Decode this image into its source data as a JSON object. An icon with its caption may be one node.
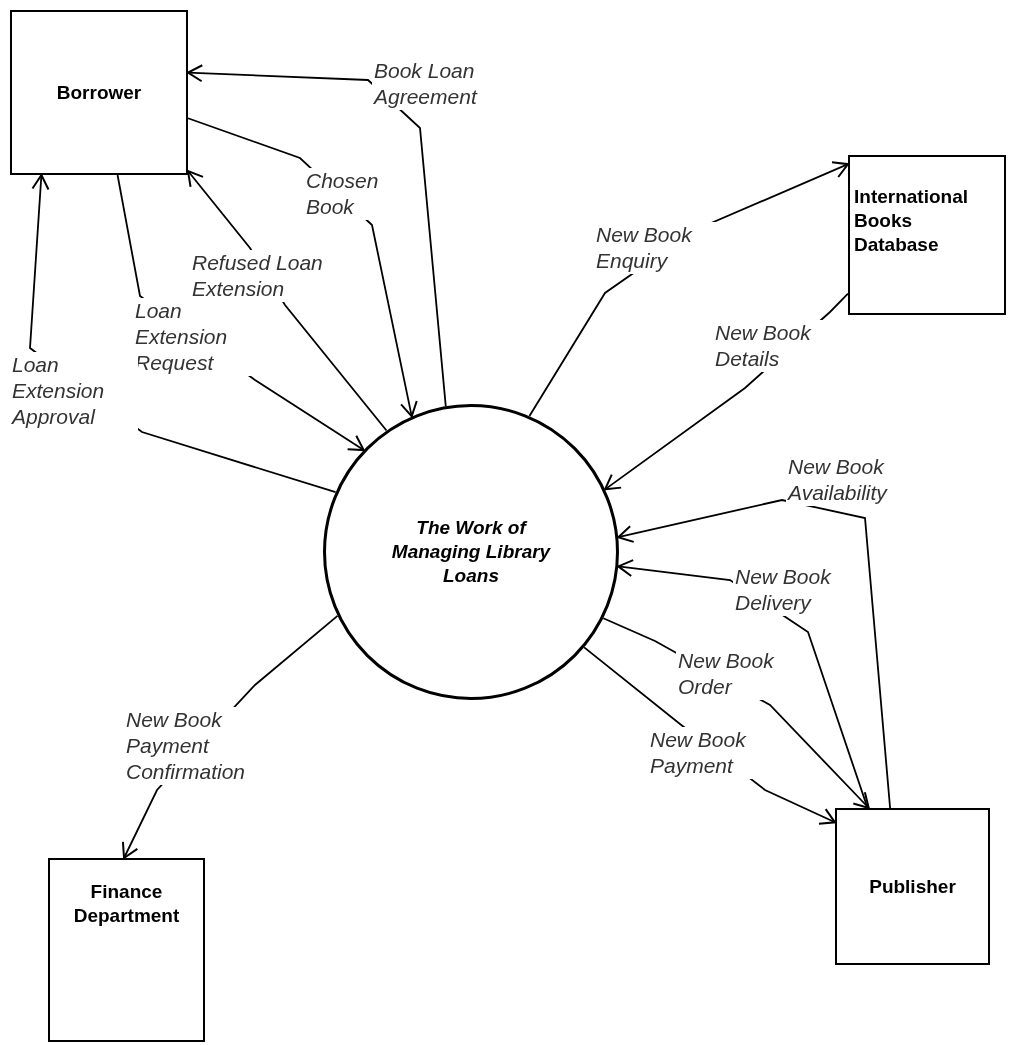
{
  "diagram": {
    "nodes": [
      {
        "text": [
          "Borrower"
        ]
      },
      {
        "text": [
          "International Books Database"
        ]
      },
      {
        "text": [
          "The Work of Managing Library Loans"
        ]
      },
      {
        "text": [
          "Finance Department"
        ]
      },
      {
        "text": [
          "Publisher"
        ]
      }
    ],
    "edges": [
      {
        "from": 2,
        "to": 0,
        "arrow": "to",
        "label": "Book Loan Agreement"
      },
      {
        "from": 0,
        "to": 2,
        "arrow": "to",
        "label": "Chosen Book"
      },
      {
        "from": 2,
        "to": 0,
        "arrow": "to",
        "label": "Refused Loan Extension"
      },
      {
        "from": 0,
        "to": 2,
        "arrow": "to",
        "label": "Loan Extension Request"
      },
      {
        "from": 2,
        "to": 0,
        "arrow": "to",
        "label": "Loan Extension Approval"
      },
      {
        "from": 2,
        "to": 1,
        "arrow": "to",
        "label": "New Book Enquiry"
      },
      {
        "from": 1,
        "to": 2,
        "arrow": "to",
        "label": "New Book Details"
      },
      {
        "from": 4,
        "to": 2,
        "arrow": "to",
        "label": "New Book Availability"
      },
      {
        "from": 4,
        "to": 2,
        "arrow": "to",
        "label": "New Book Delivery"
      },
      {
        "from": 2,
        "to": 4,
        "arrow": "to",
        "label": "New Book Order"
      },
      {
        "from": 2,
        "to": 4,
        "arrow": "to",
        "label": "New Book Payment"
      },
      {
        "from": 2,
        "to": 3,
        "arrow": "to",
        "label": "New Book Payment Confirmation"
      }
    ]
  }
}
